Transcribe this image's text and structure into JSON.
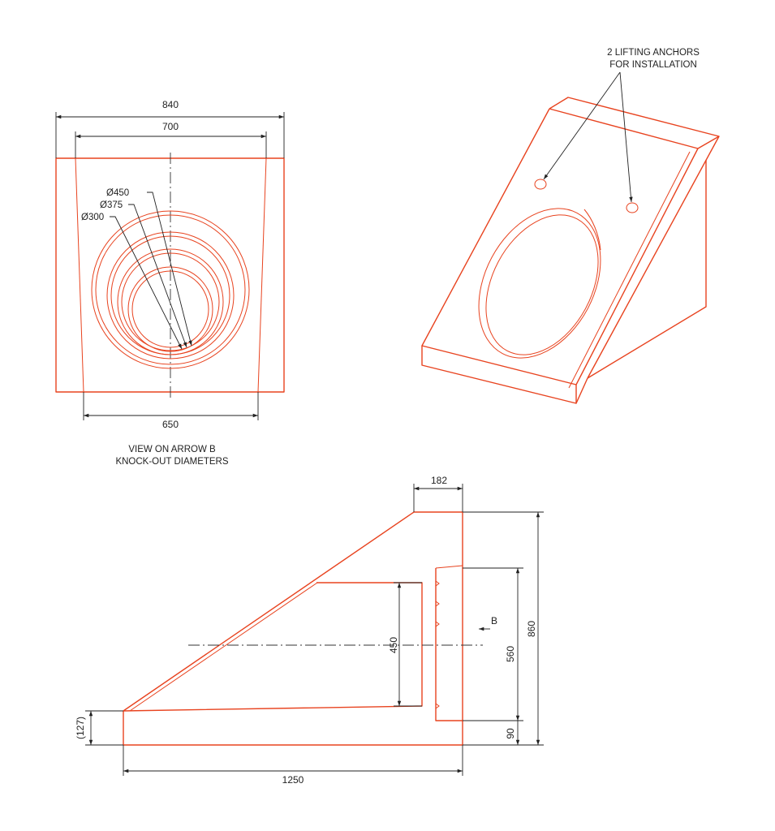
{
  "colors": {
    "object_line": "#e8431f",
    "dimension_line": "#222222",
    "background": "#ffffff"
  },
  "front_view": {
    "dims": {
      "overall_width": "840",
      "inner_top_width": "700",
      "bottom_width": "650"
    },
    "knockouts": {
      "d450": "Ø450",
      "d375": "Ø375",
      "d300": "Ø300"
    },
    "caption_line1": "VIEW ON ARROW B",
    "caption_line2": "KNOCK-OUT DIAMETERS"
  },
  "iso_view": {
    "callout_line1": "2 LIFTING ANCHORS",
    "callout_line2": "FOR INSTALLATION"
  },
  "side_view": {
    "dims": {
      "top_width": "182",
      "pipe_opening": "450",
      "face_height": "560",
      "base_height": "90",
      "overall_height": "860",
      "toe_height": "(127)",
      "overall_length": "1250"
    },
    "arrow_label": "B"
  }
}
